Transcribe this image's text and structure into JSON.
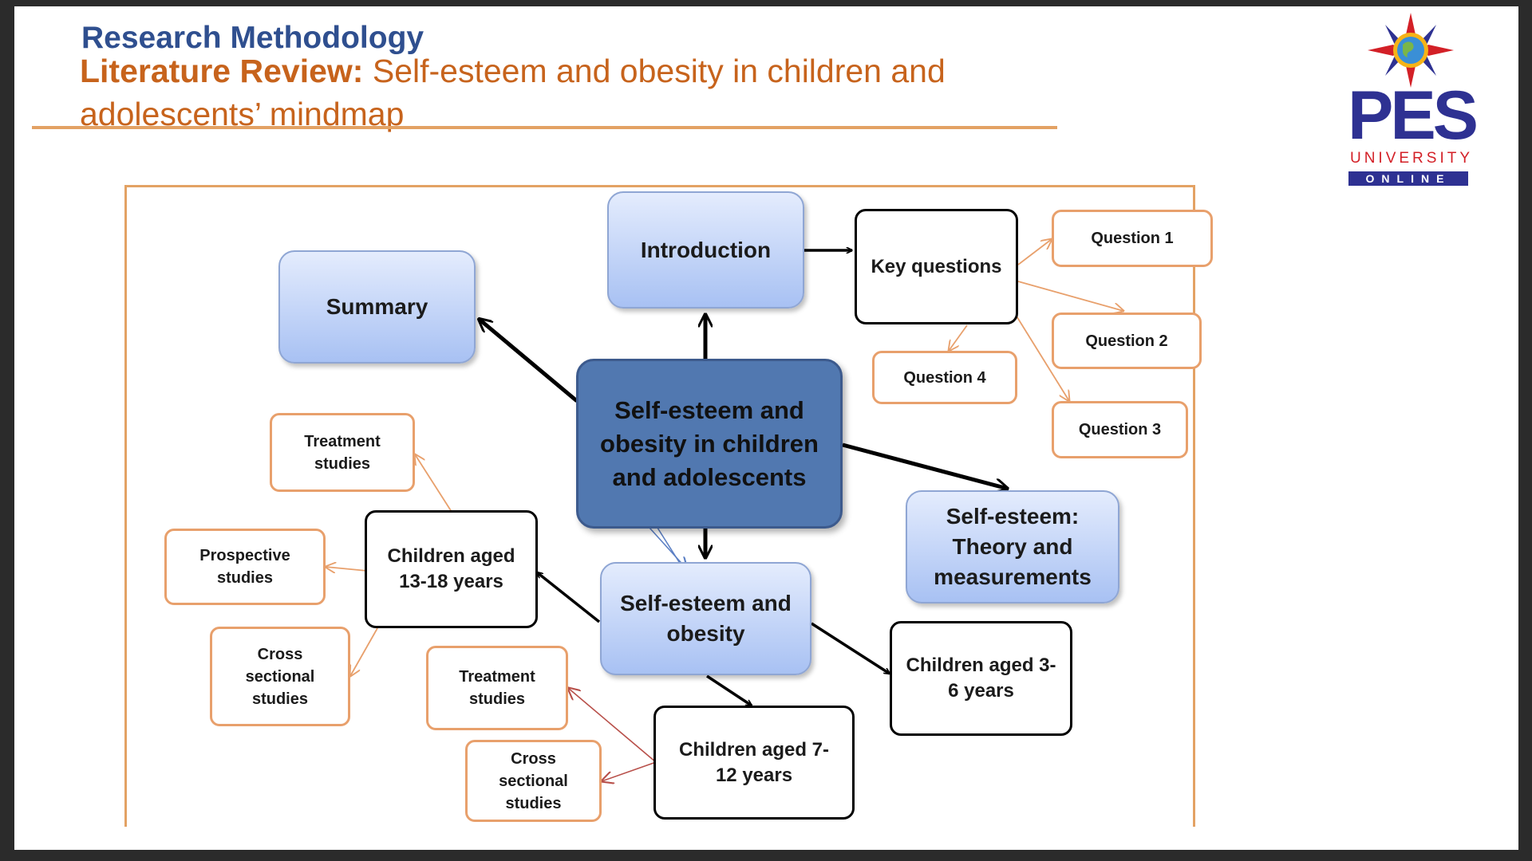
{
  "header": {
    "title": "Research Methodology",
    "subtitle_bold": "Literature Review:",
    "subtitle_rest": " Self-esteem and obesity in children and adolescents’ mindmap"
  },
  "logo": {
    "name": "PES",
    "line1": "UNIVERSITY",
    "line2": "ONLINE",
    "emblem": "compass-star-globe-icon"
  },
  "colors": {
    "title_blue": "#2f4f8f",
    "accent_orange": "#c7631c",
    "frame_orange": "#e3a264",
    "center_node": "#5178b0",
    "logo_navy": "#2e3192",
    "logo_red": "#d32027"
  },
  "mindmap": {
    "center": "Self-esteem and\nobesity in children\nand adolescents",
    "introduction": "Introduction",
    "summary": "Summary",
    "key_questions": "Key questions",
    "question1": "Question 1",
    "question2": "Question 2",
    "question3": "Question 3",
    "question4": "Question 4",
    "theory": "Self-esteem:\nTheory and\nmeasurements",
    "self_esteem_obesity": "Self-esteem and\nobesity",
    "children_13_18": "Children aged\n13-18 years",
    "children_3_6": "Children aged 3-\n6 years",
    "children_7_12": "Children aged 7-\n12 years",
    "treatment_studies_a": "Treatment\nstudies",
    "prospective_studies": "Prospective\nstudies",
    "cross_sectional_a": "Cross\nsectional\nstudies",
    "treatment_studies_b": "Treatment\nstudies",
    "cross_sectional_b": "Cross\nsectional\nstudies"
  }
}
